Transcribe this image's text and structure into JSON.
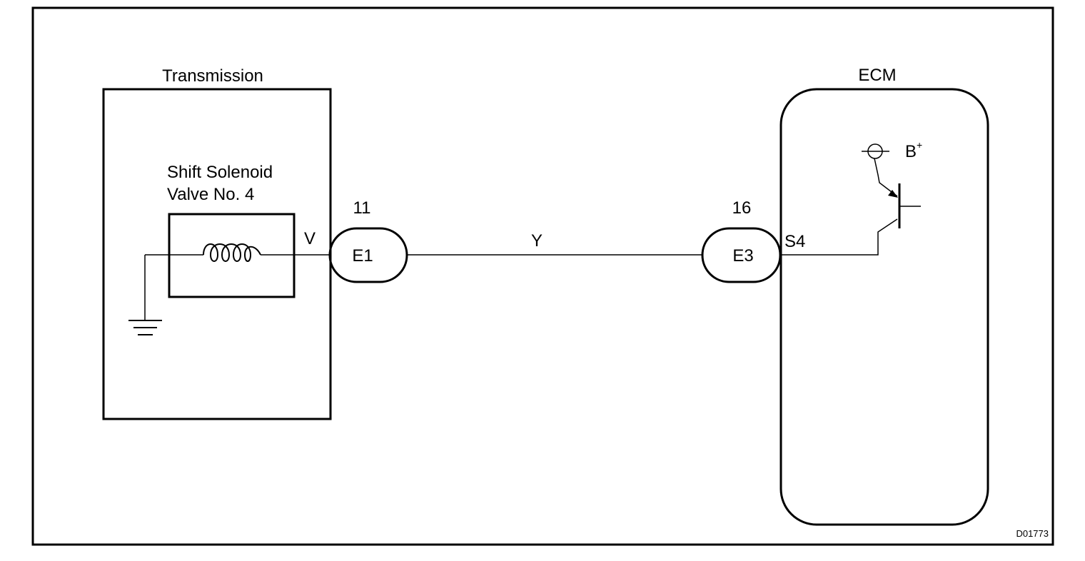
{
  "transmission": {
    "label": "Transmission",
    "solenoid": {
      "line1": "Shift Solenoid",
      "line2": "Valve No. 4",
      "terminal": "V"
    }
  },
  "connector_e1": {
    "id": "E1",
    "pin": "11"
  },
  "wire": {
    "color_code": "Y"
  },
  "connector_e3": {
    "id": "E3",
    "pin": "16"
  },
  "ecm": {
    "label": "ECM",
    "terminal": "S4",
    "supply": {
      "label": "B",
      "superscript": "+"
    }
  },
  "figure_code": "D01773"
}
